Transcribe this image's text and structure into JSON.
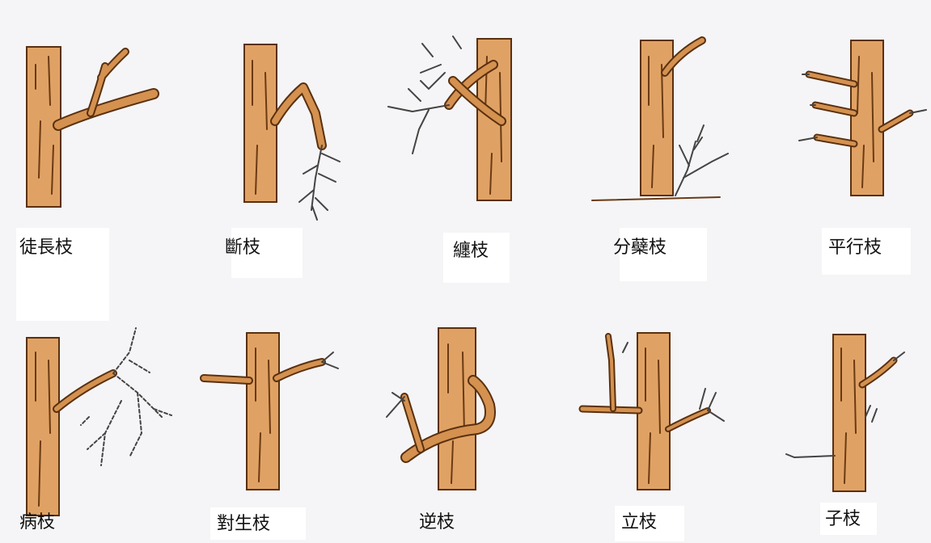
{
  "branches": [
    {
      "id": "water-sprout",
      "label": "徒長枝"
    },
    {
      "id": "broken",
      "label": "斷枝"
    },
    {
      "id": "tangled",
      "label": "纏枝"
    },
    {
      "id": "sucker",
      "label": "分蘗枝"
    },
    {
      "id": "parallel",
      "label": "平行枝"
    },
    {
      "id": "diseased",
      "label": "病枝"
    },
    {
      "id": "opposite",
      "label": "對生枝"
    },
    {
      "id": "reverse",
      "label": "逆枝"
    },
    {
      "id": "upright",
      "label": "立枝"
    },
    {
      "id": "sub",
      "label": "子枝"
    }
  ],
  "colors": {
    "trunk": "#e0a264",
    "outline": "#5a3010",
    "twig": "#444444",
    "background": "#f5f5f7"
  }
}
